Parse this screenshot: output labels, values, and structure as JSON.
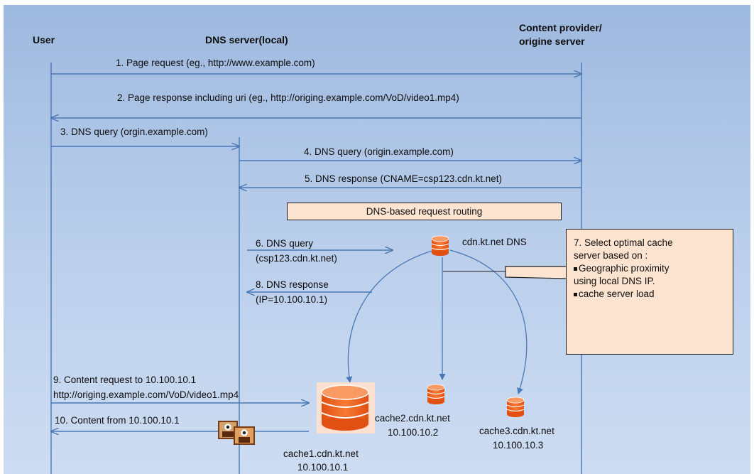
{
  "headers": {
    "user": "User",
    "dns_local": "DNS server(local)",
    "provider_line1": "Content provider/",
    "provider_line2": "origine server"
  },
  "steps": {
    "s1": "1. Page request (eg., http://www.example.com)",
    "s2": "2. Page response including uri (eg., http://origing.example.com/VoD/video1.mp4)",
    "s3": "3. DNS query (orgin.example.com)",
    "s4": "4. DNS query (origin.example.com)",
    "s5": "5. DNS response (CNAME=csp123.cdn.kt.net)",
    "s6_line1": "6. DNS query",
    "s6_line2": "(csp123.cdn.kt.net)",
    "s8_line1": "8. DNS response",
    "s8_line2": "(IP=10.100.10.1)",
    "s9_line1": "9. Content request to 10.100.10.1",
    "s9_line2": "http://origing.example.com/VoD/video1.mp4",
    "s10": "10. Content from 10.100.10.1"
  },
  "routing_box": "DNS-based request routing",
  "select_box": {
    "line1": "7. Select optimal cache",
    "line2": "server based  on :",
    "bullet1_line1": "Geographic proximity",
    "bullet1_line2": "using local DNS IP.",
    "bullet2": "cache server load"
  },
  "servers": {
    "dns_name": "cdn.kt.net DNS",
    "cache1_name": "cache1.cdn.kt.net",
    "cache1_ip": "10.100.10.1",
    "cache2_name": "cache2.cdn.kt.net",
    "cache2_ip": "10.100.10.2",
    "cache3_name": "cache3.cdn.kt.net",
    "cache3_ip": "10.100.10.3"
  },
  "colors": {
    "background_top": "#9eb9df",
    "background_bottom": "#cddcf2",
    "arrow": "#4a78b5",
    "server_orange": "#f0621f",
    "box_fill": "#fde4d0"
  },
  "icons": {
    "server": "database-cylinder-icon",
    "content": "video-thumbnail-icon"
  }
}
